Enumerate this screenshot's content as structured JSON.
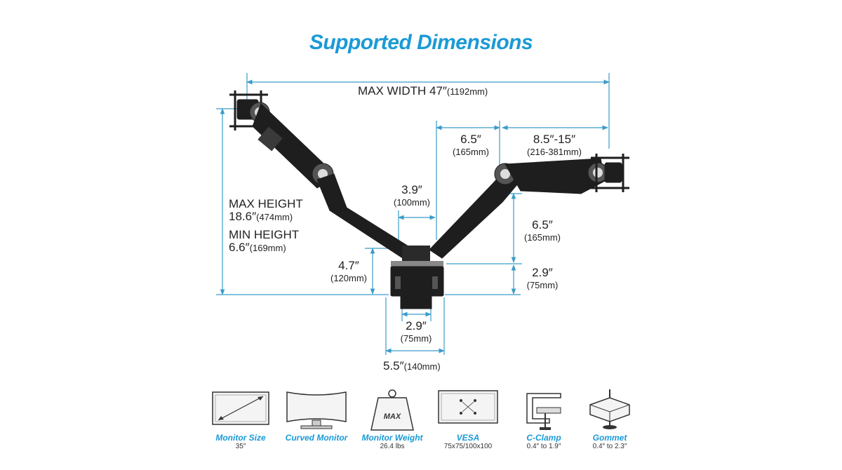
{
  "title": "Supported Dimensions",
  "dimensions": {
    "max_width": {
      "value": "MAX WIDTH 47″",
      "mm": "(1192mm)"
    },
    "arm_segment": {
      "value": "6.5″",
      "mm": "(165mm)"
    },
    "arm_extension": {
      "value": "8.5″-15″",
      "mm": "(216-381mm)"
    },
    "pole_gap": {
      "value": "3.9″",
      "mm": "(100mm)"
    },
    "max_height": {
      "label": "MAX HEIGHT",
      "value": "18.6″",
      "mm": "(474mm)"
    },
    "min_height": {
      "label": "MIN HEIGHT",
      "value": "6.6″",
      "mm": "(169mm)"
    },
    "right_rise": {
      "value": "6.5″",
      "mm": "(165mm)"
    },
    "base_height_right": {
      "value": "2.9″",
      "mm": "(75mm)"
    },
    "base_height_left": {
      "value": "4.7″",
      "mm": "(120mm)"
    },
    "clamp_width": {
      "value": "2.9″",
      "mm": "(75mm)"
    },
    "base_width": {
      "value": "5.5″",
      "mm": "(140mm)"
    }
  },
  "features": [
    {
      "name": "Monitor Size",
      "value": "35″",
      "icon": "monitor-size-icon"
    },
    {
      "name": "Curved Monitor",
      "value": "",
      "icon": "curved-monitor-icon"
    },
    {
      "name": "Monitor Weight",
      "value": "26.4 lbs",
      "icon": "weight-icon",
      "badge": "MAX"
    },
    {
      "name": "VESA",
      "value": "75x75/100x100",
      "icon": "vesa-icon"
    },
    {
      "name": "C-Clamp",
      "value": "0.4″ to 1.9″",
      "icon": "c-clamp-icon"
    },
    {
      "name": "Gommet",
      "value": "0.4″ to 2.3″",
      "icon": "grommet-icon"
    }
  ],
  "colors": {
    "accent": "#1a9ad6",
    "dimension_line": "#3a9cc9",
    "arm": "#1e1e1e"
  }
}
